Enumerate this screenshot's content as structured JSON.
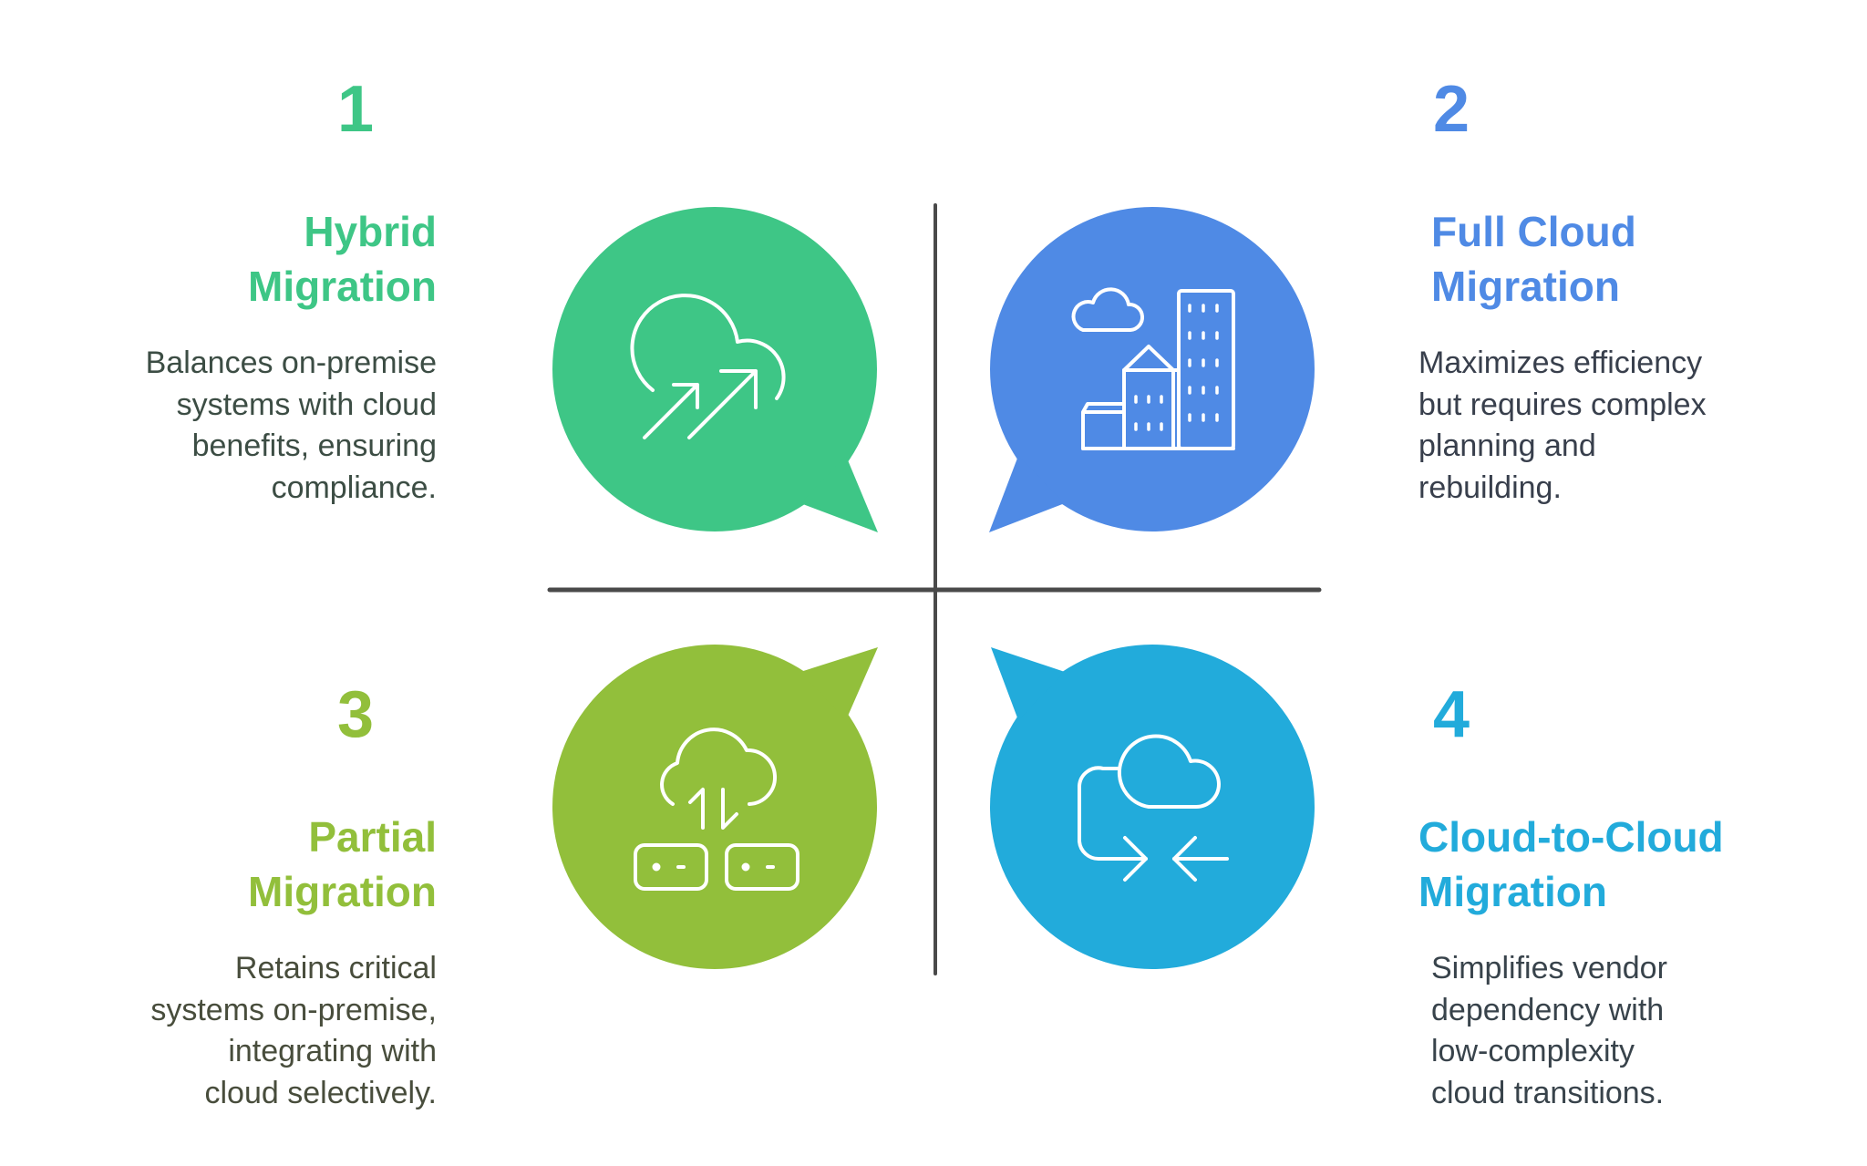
{
  "quadrants": [
    {
      "number": "1",
      "title_lines": [
        "Hybrid",
        "Migration"
      ],
      "description_lines": [
        "Balances on-premise",
        "systems with cloud",
        "benefits, ensuring",
        "compliance."
      ],
      "icon": "cloud-with-arrows-icon",
      "color": "#3EC686",
      "text_color": "#3C4D44"
    },
    {
      "number": "2",
      "title_lines": [
        "Full Cloud",
        "Migration"
      ],
      "description_lines": [
        "Maximizes efficiency",
        "but requires complex",
        "planning and",
        "rebuilding."
      ],
      "icon": "city-buildings-cloud-icon",
      "color": "#4F8AE5",
      "text_color": "#383F4C"
    },
    {
      "number": "3",
      "title_lines": [
        "Partial",
        "Migration"
      ],
      "description_lines": [
        "Retains critical",
        "systems on-premise,",
        "integrating with",
        "cloud selectively."
      ],
      "icon": "cloud-sync-servers-icon",
      "color": "#92BF3B",
      "text_color": "#484D3C"
    },
    {
      "number": "4",
      "title_lines": [
        "Cloud-to-Cloud",
        "Migration"
      ],
      "description_lines": [
        "Simplifies vendor",
        "dependency with",
        "low-complexity",
        "cloud transitions."
      ],
      "icon": "cloud-transfer-arrows-icon",
      "color": "#22ABDB",
      "text_color": "#38434B"
    }
  ],
  "axes": {
    "color": "#4A4A4A"
  }
}
